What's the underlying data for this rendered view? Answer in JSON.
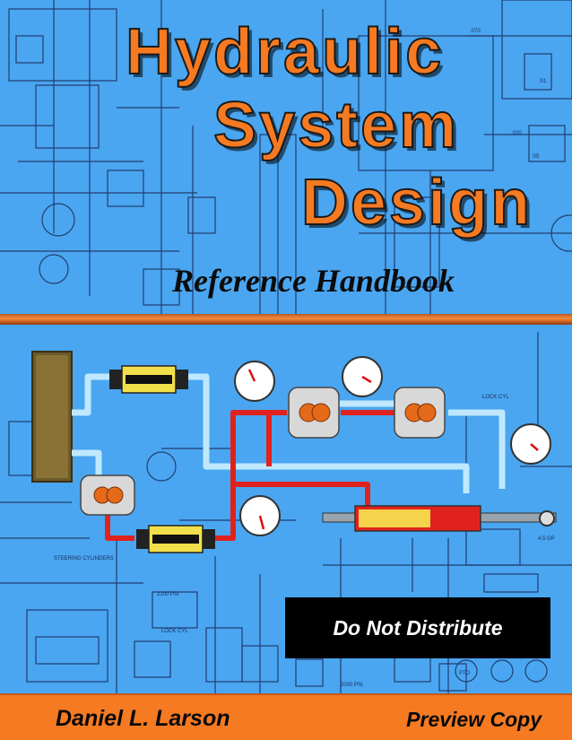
{
  "title": {
    "line1": "Hydraulic",
    "line2": "System",
    "line3": "Design"
  },
  "subtitle": "Reference Handbook",
  "notice": "Do Not Distribute",
  "author": "Daniel L. Larson",
  "edition": "Preview Copy",
  "schematic_labels": {
    "psi_label": "2200 PSI",
    "psi_label_2": "2000 PSI",
    "lock_cyl": "LOCK CYL",
    "lock_cyl_2": "LOCK CYL",
    "steering": "STEERING CYLINDERS",
    "pto": "PTO",
    "gpm": "4.5 GP",
    "s1": "S1",
    "s5": "S5",
    "val_070": ".070",
    "val_020": ".020"
  },
  "colors": {
    "background": "#4aa6f0",
    "line_art": "#1b2b5a",
    "title_fill": "#f57a22",
    "footer": "#f57a22",
    "pressure_line": "#e0221e",
    "return_line": "#bfe8ff"
  }
}
